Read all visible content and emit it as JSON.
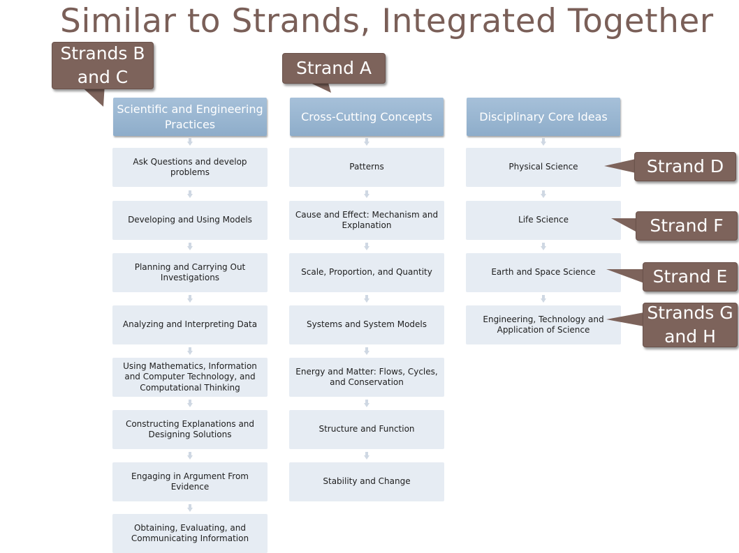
{
  "title": "Similar to Strands, Integrated Together",
  "columns": [
    {
      "header": "Scientific and Engineering Practices",
      "items": [
        "Ask Questions and develop problems",
        "Developing and Using Models",
        "Planning and Carrying Out Investigations",
        "Analyzing and Interpreting Data",
        "Using Mathematics, Information and Computer Technology, and Computational Thinking",
        "Constructing Explanations and Designing Solutions",
        "Engaging in Argument From Evidence",
        "Obtaining, Evaluating, and Communicating Information"
      ]
    },
    {
      "header": "Cross-Cutting Concepts",
      "items": [
        "Patterns",
        "Cause and Effect: Mechanism and Explanation",
        "Scale, Proportion, and Quantity",
        "Systems and System Models",
        "Energy and Matter: Flows, Cycles, and Conservation",
        "Structure and Function",
        "Stability and Change"
      ]
    },
    {
      "header": "Disciplinary Core Ideas",
      "items": [
        "Physical Science",
        "Life Science",
        "Earth and Space Science",
        "Engineering, Technology and Application of Science"
      ]
    }
  ],
  "callouts": {
    "strands_b_c": "Strands B and C",
    "strand_a": "Strand A",
    "strand_d": "Strand D",
    "strand_f": "Strand F",
    "strand_e": "Strand E",
    "strands_g_h": "Strands G and H"
  },
  "colors": {
    "title": "#7a5f58",
    "header": "#93b1cd",
    "box": "#e6ecf3",
    "callout": "#7d635b"
  }
}
